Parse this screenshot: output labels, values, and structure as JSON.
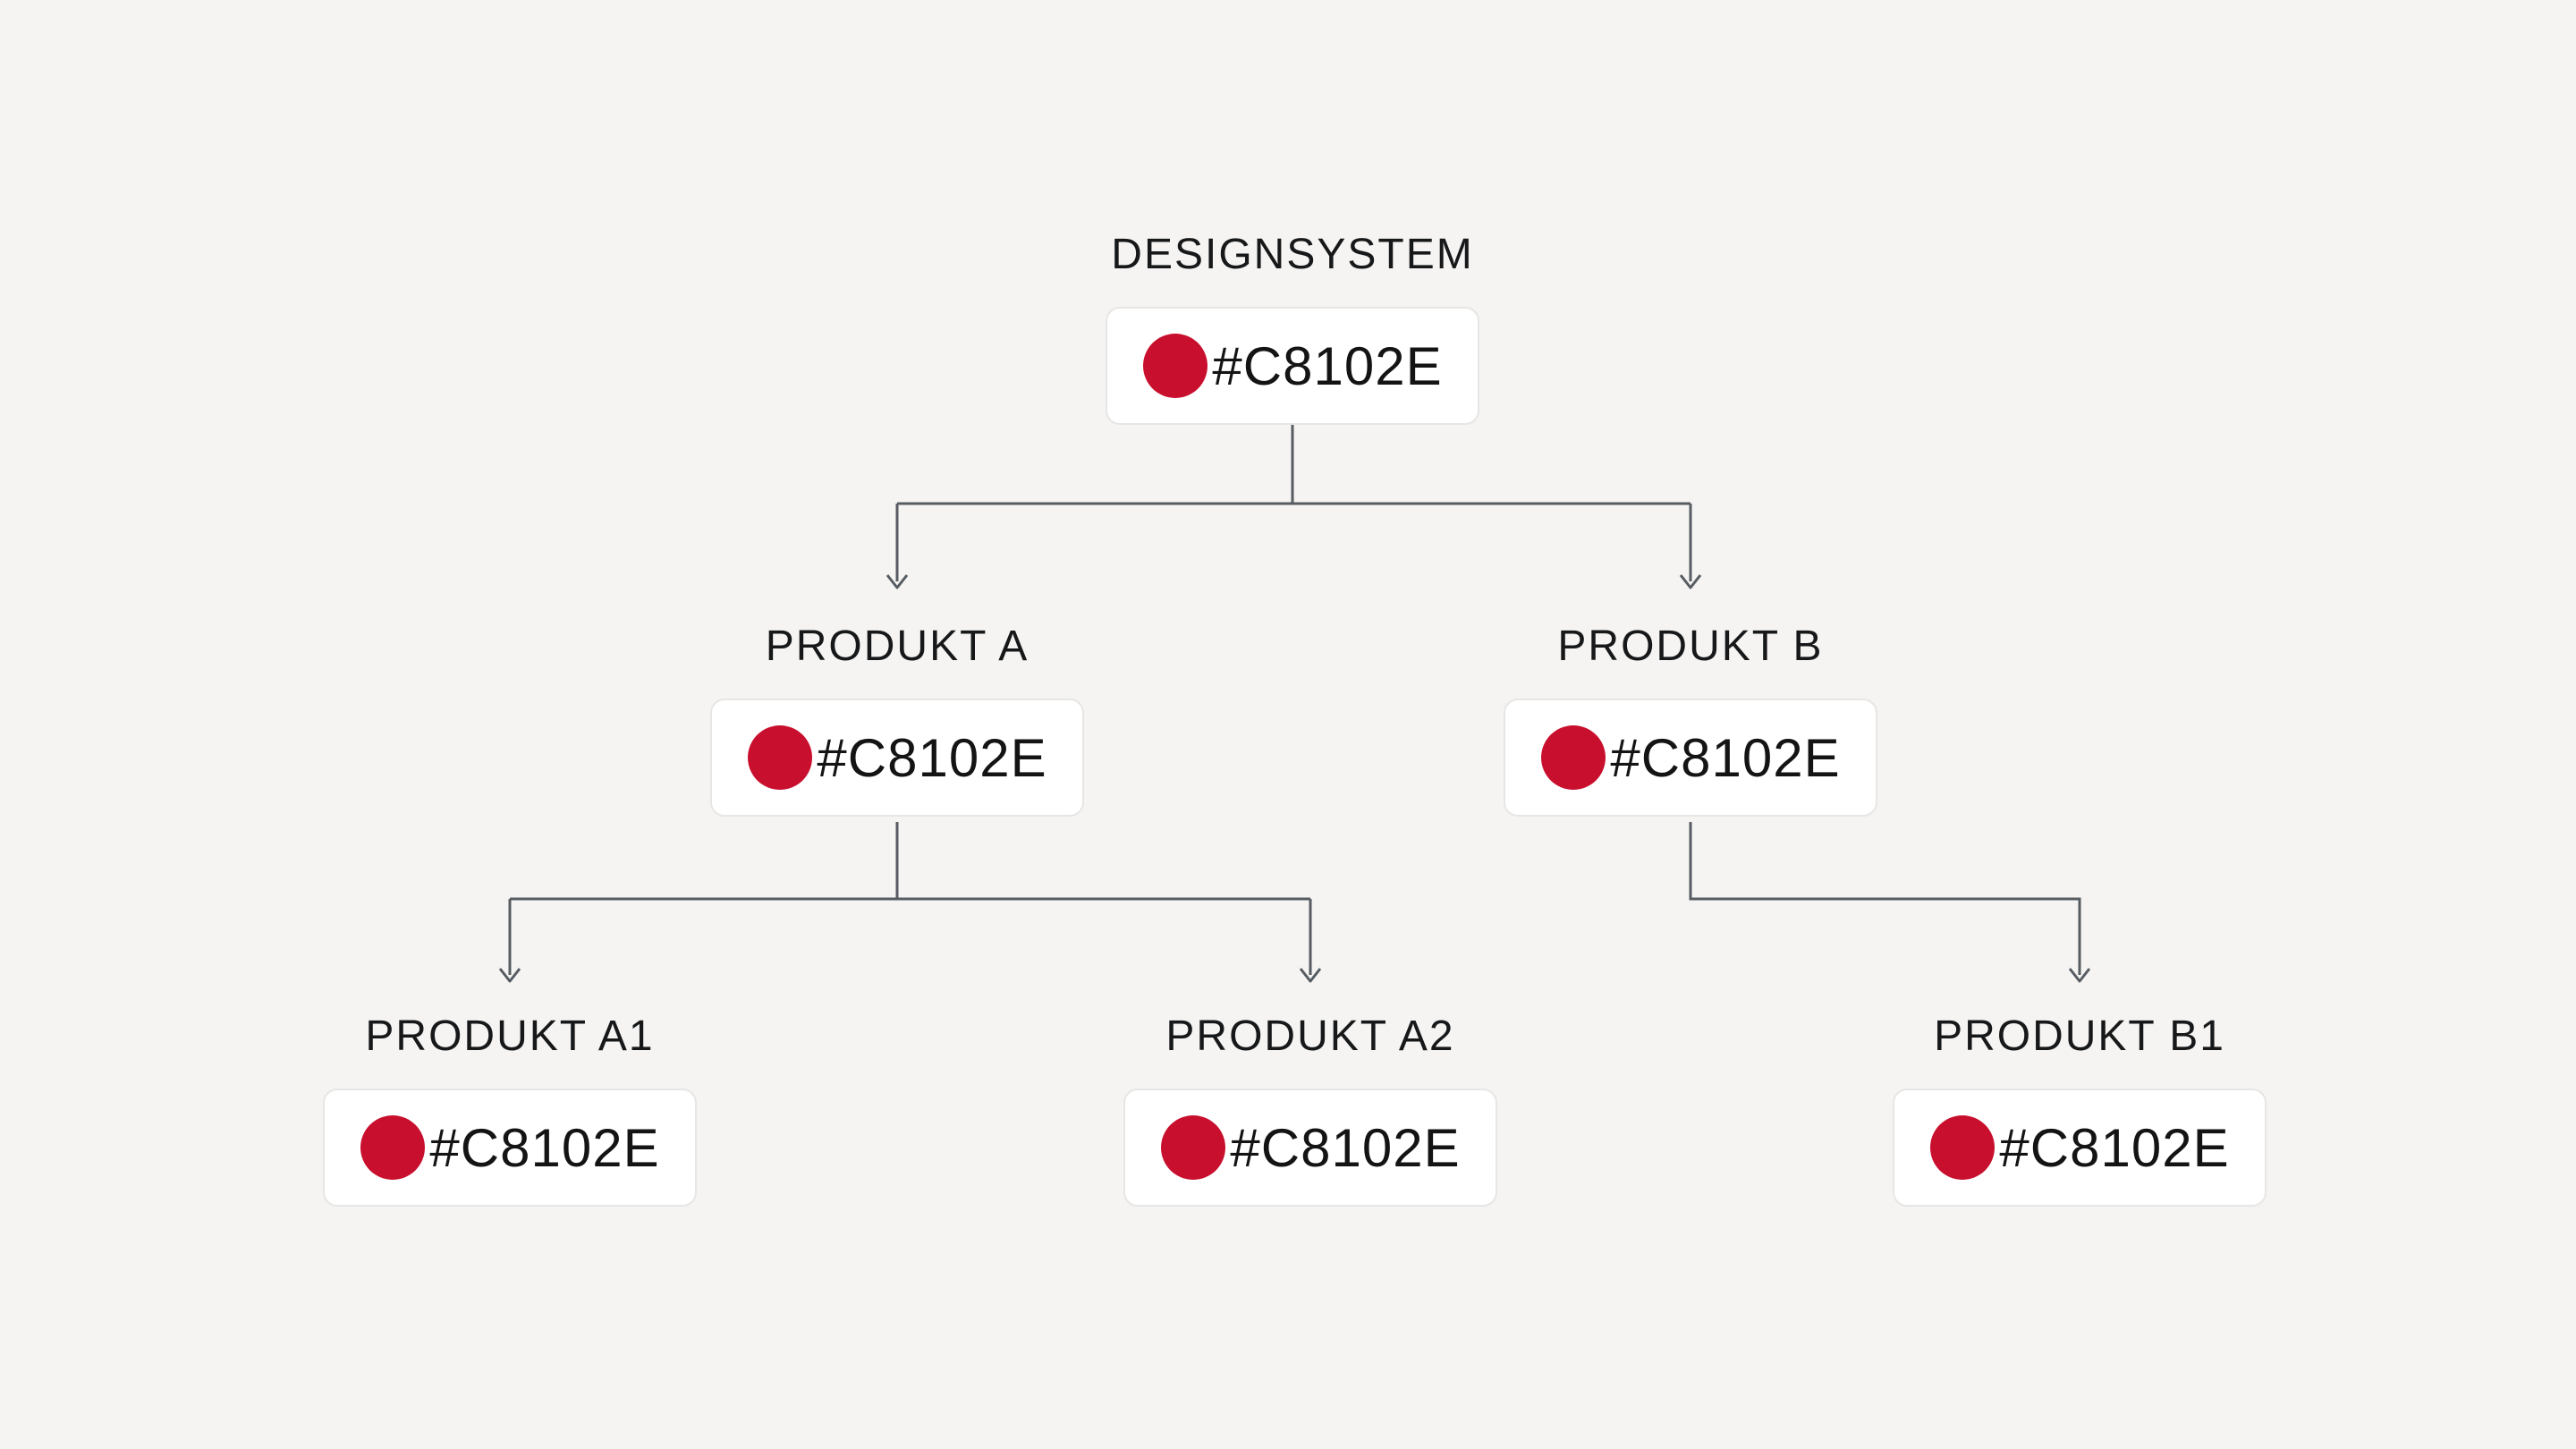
{
  "diagram": {
    "title": "DESIGNSYSTEM",
    "colors": {
      "accent": "#C8102E",
      "background": "#F5F4F2",
      "line": "#575C63",
      "card_border": "#E7E6E4",
      "text": "#17181A"
    },
    "nodes": [
      {
        "id": "designsystem",
        "label": "DESIGNSYSTEM",
        "hex": "#C8102E",
        "swatch": "red-circle-swatch"
      },
      {
        "id": "produkt-a",
        "label": "PRODUKT A",
        "hex": "#C8102E",
        "swatch": "red-circle-swatch"
      },
      {
        "id": "produkt-b",
        "label": "PRODUKT B",
        "hex": "#C8102E",
        "swatch": "red-circle-swatch"
      },
      {
        "id": "produkt-a1",
        "label": "PRODUKT A1",
        "hex": "#C8102E",
        "swatch": "red-circle-swatch"
      },
      {
        "id": "produkt-a2",
        "label": "PRODUKT A2",
        "hex": "#C8102E",
        "swatch": "red-circle-swatch"
      },
      {
        "id": "produkt-b1",
        "label": "PRODUKT B1",
        "hex": "#C8102E",
        "swatch": "red-circle-swatch"
      }
    ],
    "edges": [
      {
        "from": "DESIGNSYSTEM",
        "to": "PRODUKT A"
      },
      {
        "from": "DESIGNSYSTEM",
        "to": "PRODUKT B"
      },
      {
        "from": "PRODUKT A",
        "to": "PRODUKT A1"
      },
      {
        "from": "PRODUKT A",
        "to": "PRODUKT A2"
      },
      {
        "from": "PRODUKT B",
        "to": "PRODUKT B1"
      }
    ]
  }
}
